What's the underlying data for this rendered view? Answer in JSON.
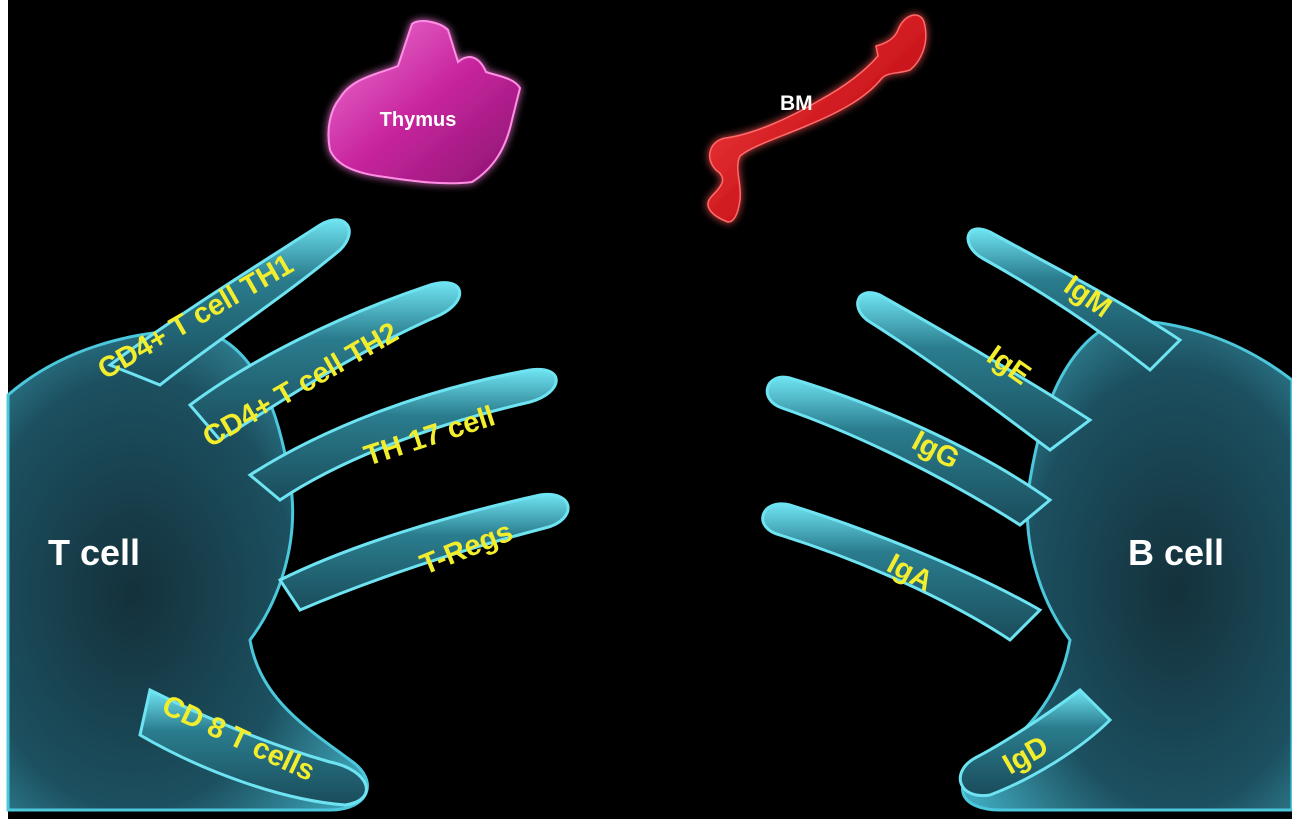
{
  "organs": {
    "thymus": {
      "label": "Thymus",
      "color": "#c8259e"
    },
    "bone_marrow": {
      "label": "BM",
      "color": "#c8141a"
    }
  },
  "t_cell_hand": {
    "palm_label": "T cell",
    "fingers": [
      "CD4+ T cell TH1",
      "CD4+ T cell TH2",
      "TH 17 cell",
      "T-Regs",
      "CD 8 T cells"
    ]
  },
  "b_cell_hand": {
    "palm_label": "B cell",
    "fingers": [
      "IgM",
      "IgE",
      "IgG",
      "IgA",
      "IgD"
    ]
  },
  "colors": {
    "background": "#000000",
    "hand_fill": "#1a4f5f",
    "hand_glow": "#5ad8ea",
    "finger_text": "#f2ee2e",
    "palm_text": "#ffffff"
  }
}
